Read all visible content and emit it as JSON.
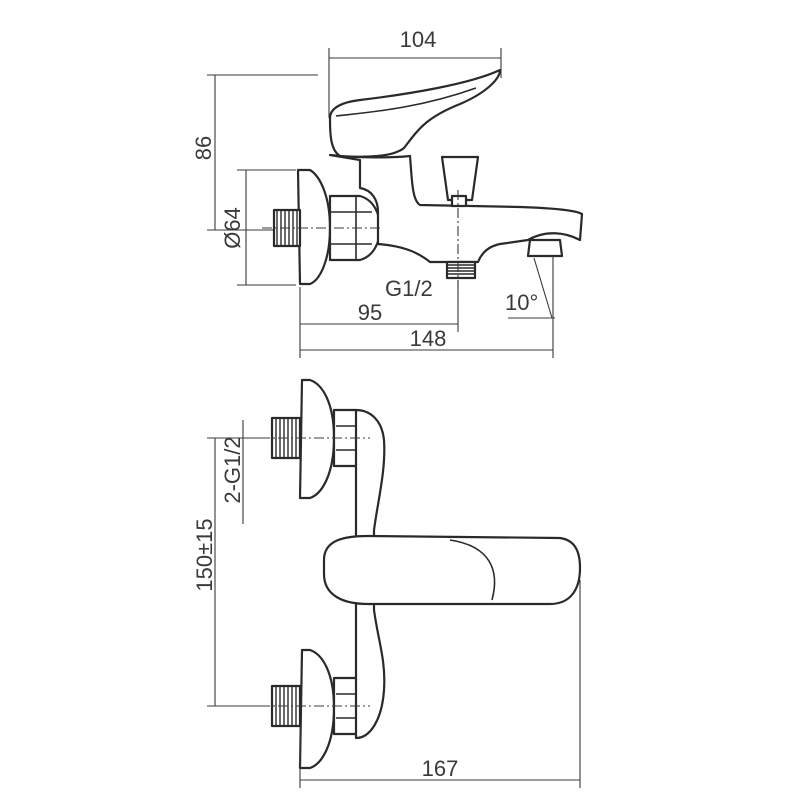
{
  "side_view": {
    "dim_width_top": "104",
    "dim_height": "86",
    "dim_diameter": "Ø64",
    "dim_thread": "G1/2",
    "dim_center_distance": "95",
    "dim_total_length": "148",
    "dim_spout_angle": "10°"
  },
  "top_view": {
    "dim_spacing": "150±15",
    "dim_inlet_threads": "2-G1/2",
    "dim_total_length": "167"
  }
}
